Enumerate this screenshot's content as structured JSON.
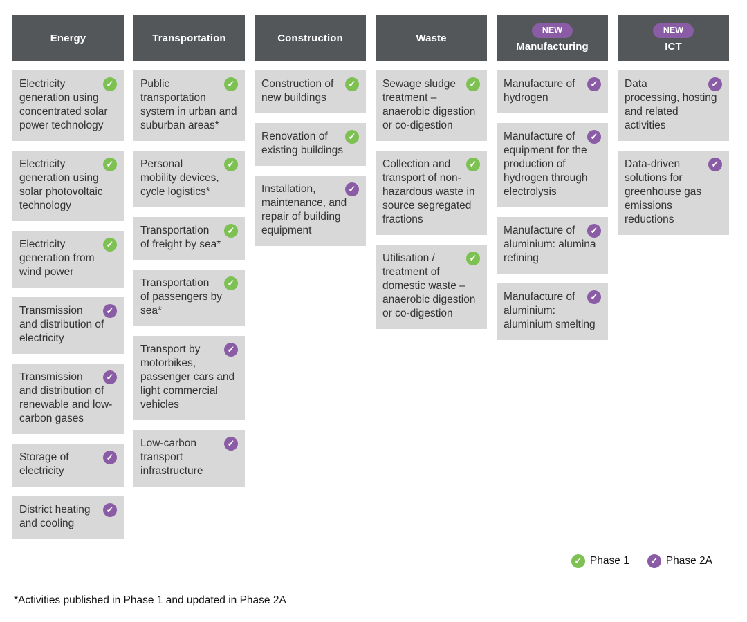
{
  "colors": {
    "green": "#7CC152",
    "purple": "#8B5CA6",
    "header_bg": "#54575A",
    "card_bg": "#D8D8D8"
  },
  "icons": {
    "check": "✓"
  },
  "legend": {
    "phase1_label": "Phase 1",
    "phase2a_label": "Phase 2A"
  },
  "footnote": "*Activities published in Phase 1 and updated in Phase 2A",
  "columns": [
    {
      "title": "Energy",
      "badge": null,
      "items": [
        {
          "text": "Electricity generation using concentrated solar power technology",
          "phase": "green"
        },
        {
          "text": "Electricity generation using solar photovoltaic technology",
          "phase": "green"
        },
        {
          "text": "Electricity generation from wind power",
          "phase": "green"
        },
        {
          "text": "Transmission and distribution of electricity",
          "phase": "purple"
        },
        {
          "text": "Transmission and distribution of renewable and low-carbon gases",
          "phase": "purple"
        },
        {
          "text": "Storage of electricity",
          "phase": "purple"
        },
        {
          "text": "District heating and cooling",
          "phase": "purple"
        }
      ]
    },
    {
      "title": "Transportation",
      "badge": null,
      "items": [
        {
          "text": "Public transportation system in urban and suburban areas*",
          "phase": "green"
        },
        {
          "text": "Personal mobility devices, cycle logistics*",
          "phase": "green"
        },
        {
          "text": "Transportation of freight by sea*",
          "phase": "green"
        },
        {
          "text": "Transportation of passengers by sea*",
          "phase": "green"
        },
        {
          "text": "Transport by motorbikes, passenger cars and light commercial vehicles",
          "phase": "purple"
        },
        {
          "text": "Low-carbon transport infrastructure",
          "phase": "purple"
        }
      ]
    },
    {
      "title": "Construction",
      "badge": null,
      "items": [
        {
          "text": "Construction of new buildings",
          "phase": "green"
        },
        {
          "text": "Renovation of existing buildings",
          "phase": "green"
        },
        {
          "text": "Installation, maintenance, and repair of building equipment",
          "phase": "purple"
        }
      ]
    },
    {
      "title": "Waste",
      "badge": null,
      "items": [
        {
          "text": "Sewage sludge treatment – anaerobic digestion or co-digestion",
          "phase": "green"
        },
        {
          "text": "Collection and transport of non-hazardous waste in source segregated fractions",
          "phase": "green"
        },
        {
          "text": "Utilisation / treatment of domestic waste – anaerobic digestion or co-digestion",
          "phase": "green"
        }
      ]
    },
    {
      "title": "Manufacturing",
      "badge": "NEW",
      "items": [
        {
          "text": "Manufacture of hydrogen",
          "phase": "purple"
        },
        {
          "text": "Manufacture of equipment for the production of hydrogen through electrolysis",
          "phase": "purple"
        },
        {
          "text": "Manufacture of aluminium: alumina refining",
          "phase": "purple"
        },
        {
          "text": "Manufacture of aluminium: aluminium smelting",
          "phase": "purple"
        }
      ]
    },
    {
      "title": "ICT",
      "badge": "NEW",
      "items": [
        {
          "text": "Data processing, hosting and related activities",
          "phase": "purple"
        },
        {
          "text": "Data-driven solutions for greenhouse gas emissions reductions",
          "phase": "purple"
        }
      ]
    }
  ]
}
